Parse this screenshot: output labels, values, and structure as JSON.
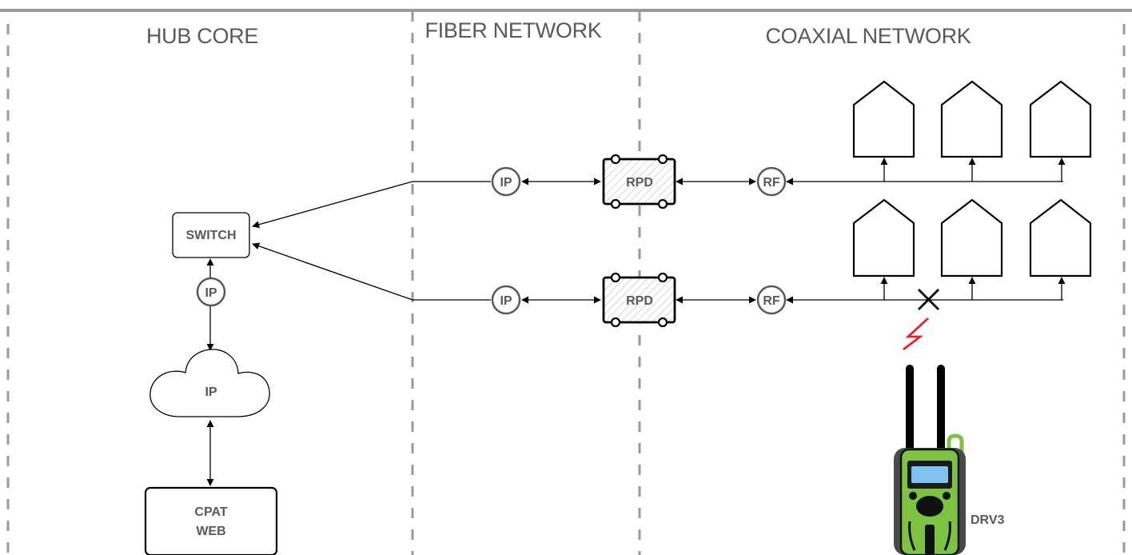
{
  "zones": [
    {
      "title": "HUB CORE"
    },
    {
      "title": "FIBER NETWORK"
    },
    {
      "title": "COAXIAL NETWORK"
    }
  ],
  "hub": {
    "switch_label": "SWITCH",
    "ip_badge": "IP",
    "cloud_label": "IP",
    "cpat_line1": "CPAT",
    "cpat_line2": "WEB"
  },
  "paths": [
    {
      "ip_badge": "IP",
      "rpd_label": "RPD",
      "rf_badge": "RF",
      "status": "ok"
    },
    {
      "ip_badge": "IP",
      "rpd_label": "RPD",
      "rf_badge": "RF",
      "status": "fault"
    }
  ],
  "meter": {
    "label": "DRV3",
    "body_color": "#7dc241",
    "screen_color": "#7ec3f0"
  },
  "colors": {
    "fault_bolt": "#e8202a",
    "divider": "#9a9a9a"
  }
}
